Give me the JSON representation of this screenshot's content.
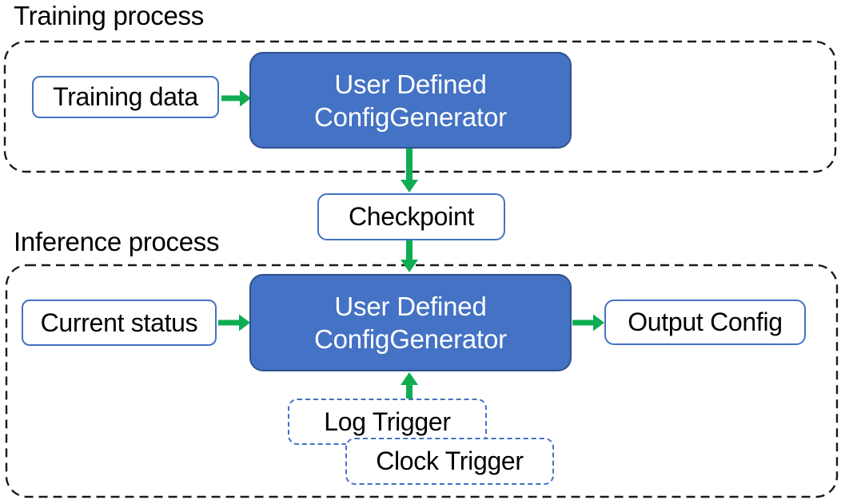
{
  "colors": {
    "generator_fill": "#4472C4",
    "generator_border": "#2F528F",
    "io_border": "#4472C4",
    "arrow": "#0FAD52",
    "container_border": "#1A1A1A",
    "title_text": "#000000",
    "box_text": "#000000",
    "generator_text": "#FFFFFF"
  },
  "training": {
    "title": "Training process",
    "input": "Training data",
    "generator": "User Defined ConfigGenerator"
  },
  "checkpoint": "Checkpoint",
  "inference": {
    "title": "Inference process",
    "input": "Current status",
    "generator": "User Defined ConfigGenerator",
    "output": "Output Config",
    "triggers": [
      {
        "label": "Log Trigger"
      },
      {
        "label": "Clock Trigger"
      }
    ]
  }
}
